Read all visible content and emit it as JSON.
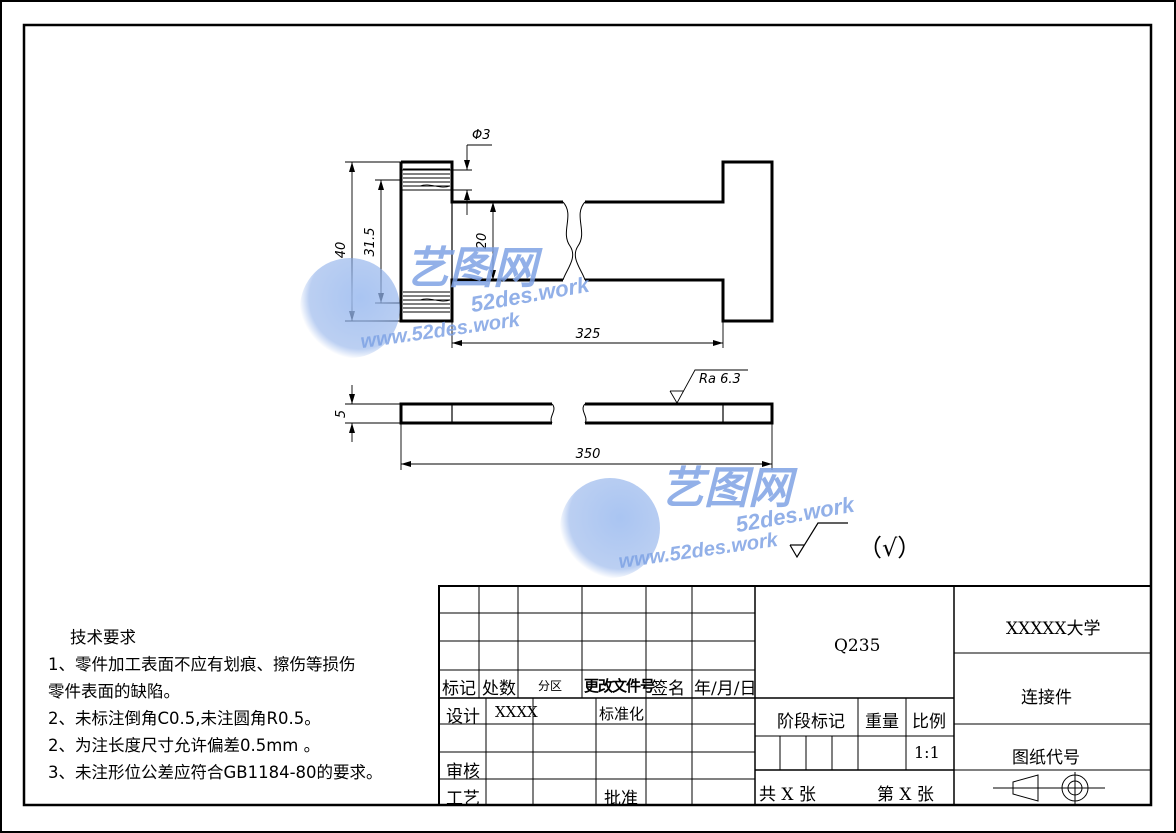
{
  "drawing": {
    "dims": {
      "phi": "Φ3",
      "h40": "40",
      "h315": "31.5",
      "h20": "20",
      "l325": "325",
      "t5": "5",
      "l350": "350",
      "ra": "Ra 6.3",
      "general_roughness": "（√）"
    }
  },
  "watermark": {
    "brand": "艺图网",
    "url": "52des.work",
    "url2": "www.52des.work"
  },
  "tech_requirements": {
    "title": "技术要求",
    "lines": [
      "1、零件加工表面不应有划痕、擦伤等损伤",
      "零件表面的缺陷。",
      "2、未标注倒角C0.5,未注圆角R0.5。",
      "2、为注长度尺寸允许偏差0.5mm 。",
      "3、未注形位公差应符合GB1184-80的要求。"
    ]
  },
  "title_block": {
    "material": "Q235",
    "school": "XXXXX大学",
    "part_name": "连接件",
    "drawing_no_label": "图纸代号",
    "mark": "标记",
    "count": "处数",
    "zone": "分区",
    "change_doc": "更改文件号",
    "sign": "签名",
    "date": "年/月/日",
    "design": "设计",
    "designer": "XXXX",
    "standardize": "标准化",
    "review": "审核",
    "process": "工艺",
    "approve": "批准",
    "stage_mark": "阶段标记",
    "weight": "重量",
    "scale_label": "比例",
    "scale": "1:1",
    "total": "共 X 张",
    "sheet_no": "第 X 张"
  }
}
